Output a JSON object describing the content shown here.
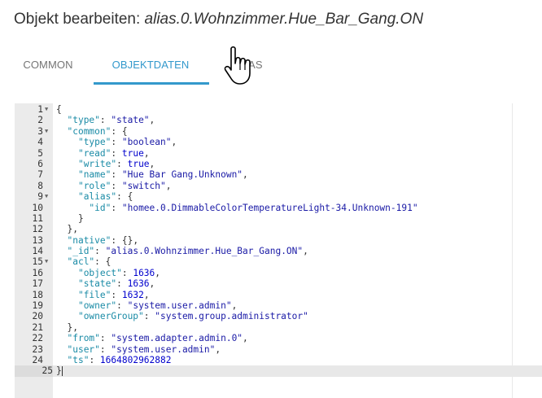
{
  "title": {
    "prefix": "Objekt bearbeiten: ",
    "object_id": "alias.0.Wohnzimmer.Hue_Bar_Gang.ON"
  },
  "tabs": [
    {
      "label": "COMMON",
      "active": false
    },
    {
      "label": "OBJEKTDATEN",
      "active": true
    },
    {
      "label": "ALIAS",
      "active": false
    }
  ],
  "colors": {
    "accent": "#3399cc",
    "json_key": "#1a8ba6",
    "json_string": "#1a1aa6",
    "json_number": "#0000cd",
    "gutter_bg": "#ebebeb",
    "active_line": "#e8e8e8"
  },
  "editor": {
    "active_line": 25,
    "lines": [
      {
        "n": "1",
        "fold": true
      },
      {
        "n": "2",
        "fold": false
      },
      {
        "n": "3",
        "fold": true
      },
      {
        "n": "4",
        "fold": false
      },
      {
        "n": "5",
        "fold": false
      },
      {
        "n": "6",
        "fold": false
      },
      {
        "n": "7",
        "fold": false
      },
      {
        "n": "8",
        "fold": false
      },
      {
        "n": "9",
        "fold": true
      },
      {
        "n": "10",
        "fold": false
      },
      {
        "n": "11",
        "fold": false
      },
      {
        "n": "12",
        "fold": false
      },
      {
        "n": "13",
        "fold": false
      },
      {
        "n": "14",
        "fold": false
      },
      {
        "n": "15",
        "fold": true
      },
      {
        "n": "16",
        "fold": false
      },
      {
        "n": "17",
        "fold": false
      },
      {
        "n": "18",
        "fold": false
      },
      {
        "n": "19",
        "fold": false
      },
      {
        "n": "20",
        "fold": false
      },
      {
        "n": "21",
        "fold": false
      },
      {
        "n": "22",
        "fold": false
      },
      {
        "n": "23",
        "fold": false
      },
      {
        "n": "24",
        "fold": false
      },
      {
        "n": "25",
        "fold": false
      }
    ],
    "tokens": {
      "l1_open": "{",
      "k_type": "\"type\"",
      "v_state": "\"state\"",
      "k_common": "\"common\"",
      "k_type2": "\"type\"",
      "v_boolean": "\"boolean\"",
      "k_read": "\"read\"",
      "v_read": "true",
      "k_write": "\"write\"",
      "v_write": "true",
      "k_name": "\"name\"",
      "v_name": "\"Hue Bar Gang.Unknown\"",
      "k_role": "\"role\"",
      "v_role": "\"switch\"",
      "k_alias": "\"alias\"",
      "k_id": "\"id\"",
      "v_id": "\"homee.0.DimmableColorTemperatureLight-34.Unknown-191\"",
      "k_native": "\"native\"",
      "v_native": "{}",
      "k__id": "\"_id\"",
      "v__id": "\"alias.0.Wohnzimmer.Hue_Bar_Gang.ON\"",
      "k_acl": "\"acl\"",
      "k_object": "\"object\"",
      "v_object": "1636",
      "k_state": "\"state\"",
      "v_state_acl": "1636",
      "k_file": "\"file\"",
      "v_file": "1632",
      "k_owner": "\"owner\"",
      "v_owner": "\"system.user.admin\"",
      "k_ownerGroup": "\"ownerGroup\"",
      "v_ownerGroup": "\"system.group.administrator\"",
      "k_from": "\"from\"",
      "v_from": "\"system.adapter.admin.0\"",
      "k_user": "\"user\"",
      "v_user": "\"system.user.admin\"",
      "k_ts": "\"ts\"",
      "v_ts": "1664802962882",
      "l25_close": "}"
    }
  }
}
